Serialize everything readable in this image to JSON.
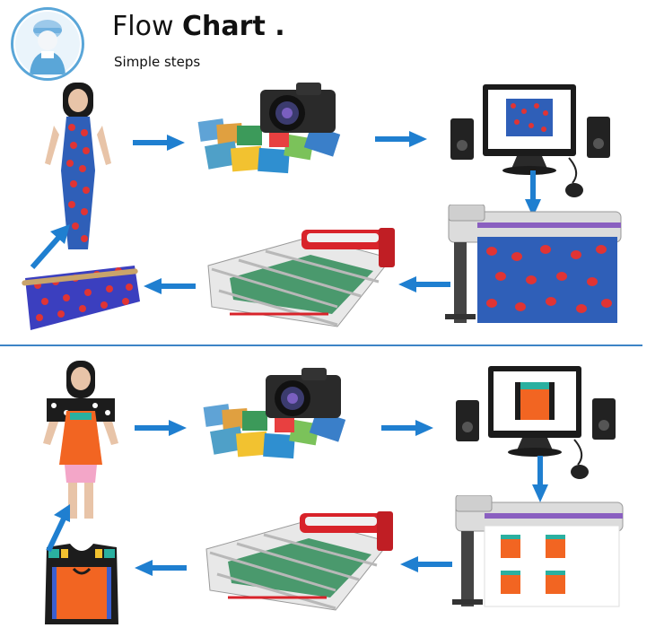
{
  "header": {
    "title_regular": "Flow",
    "title_bold": "Chart .",
    "subtitle": "Simple steps"
  },
  "colors": {
    "arrow": "#1f7fd0",
    "divider": "#3d84c6",
    "fabric_blue": "#2f5fb8",
    "fabric_red": "#e03434",
    "vest_orange": "#f26522",
    "machine_red": "#d8232a",
    "belt_green": "#2e8b57"
  },
  "flows": [
    {
      "name": "dress-flow",
      "steps": [
        {
          "id": "model",
          "icon": "woman-in-printed-dress"
        },
        {
          "id": "design",
          "icon": "camera-with-photos"
        },
        {
          "id": "computer",
          "icon": "desktop-computer"
        },
        {
          "id": "print",
          "icon": "large-format-printer"
        },
        {
          "id": "press",
          "icon": "rotary-heat-press"
        },
        {
          "id": "fabric",
          "icon": "printed-fabric-roll"
        }
      ]
    },
    {
      "name": "vest-flow",
      "steps": [
        {
          "id": "model",
          "icon": "woman-in-printed-vest"
        },
        {
          "id": "design",
          "icon": "camera-with-photos"
        },
        {
          "id": "computer",
          "icon": "desktop-computer"
        },
        {
          "id": "print",
          "icon": "large-format-printer"
        },
        {
          "id": "press",
          "icon": "rotary-heat-press"
        },
        {
          "id": "garment",
          "icon": "printed-vest-panel"
        }
      ]
    }
  ]
}
